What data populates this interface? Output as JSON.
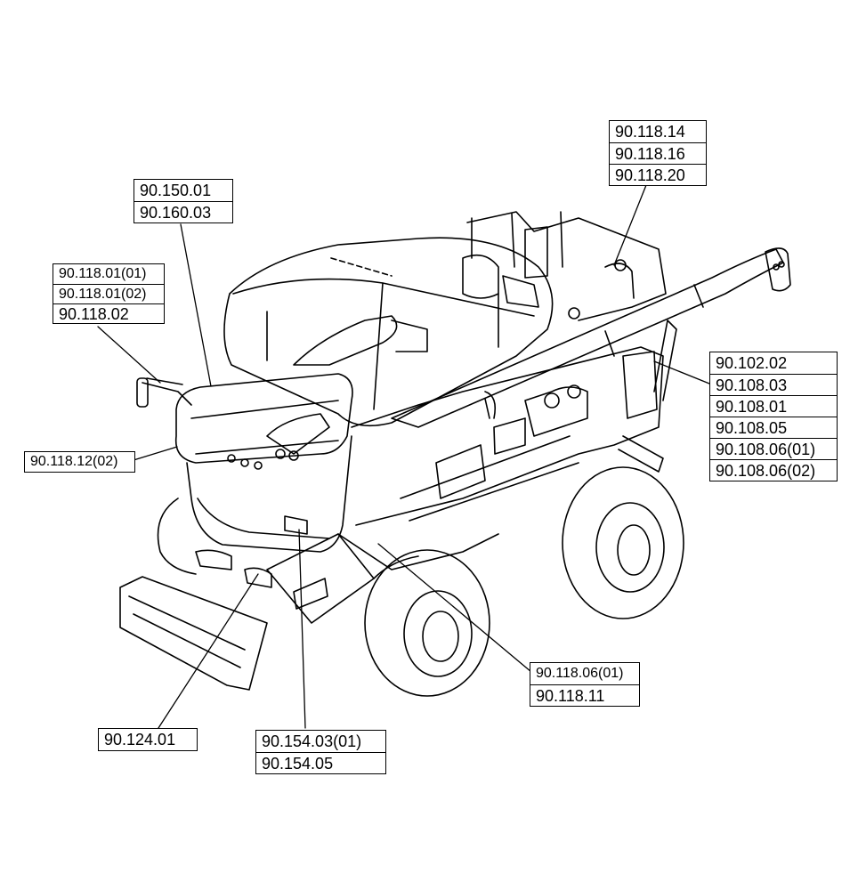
{
  "callouts": {
    "top_right": [
      "90.118.14",
      "90.118.16",
      "90.118.20"
    ],
    "top_center": [
      "90.150.01",
      "90.160.03"
    ],
    "upper_left": [
      "90.118.01(01)",
      "90.118.01(02)",
      "90.118.02"
    ],
    "left": [
      "90.118.12(02)"
    ],
    "right": [
      "90.102.02",
      "90.108.03",
      "90.108.01",
      "90.108.05",
      "90.108.06(01)",
      "90.108.06(02)"
    ],
    "lower_right": [
      "90.118.06(01)",
      "90.118.11"
    ],
    "bottom_left": [
      "90.124.01"
    ],
    "bottom_center": [
      "90.154.03(01)",
      "90.154.05"
    ]
  }
}
